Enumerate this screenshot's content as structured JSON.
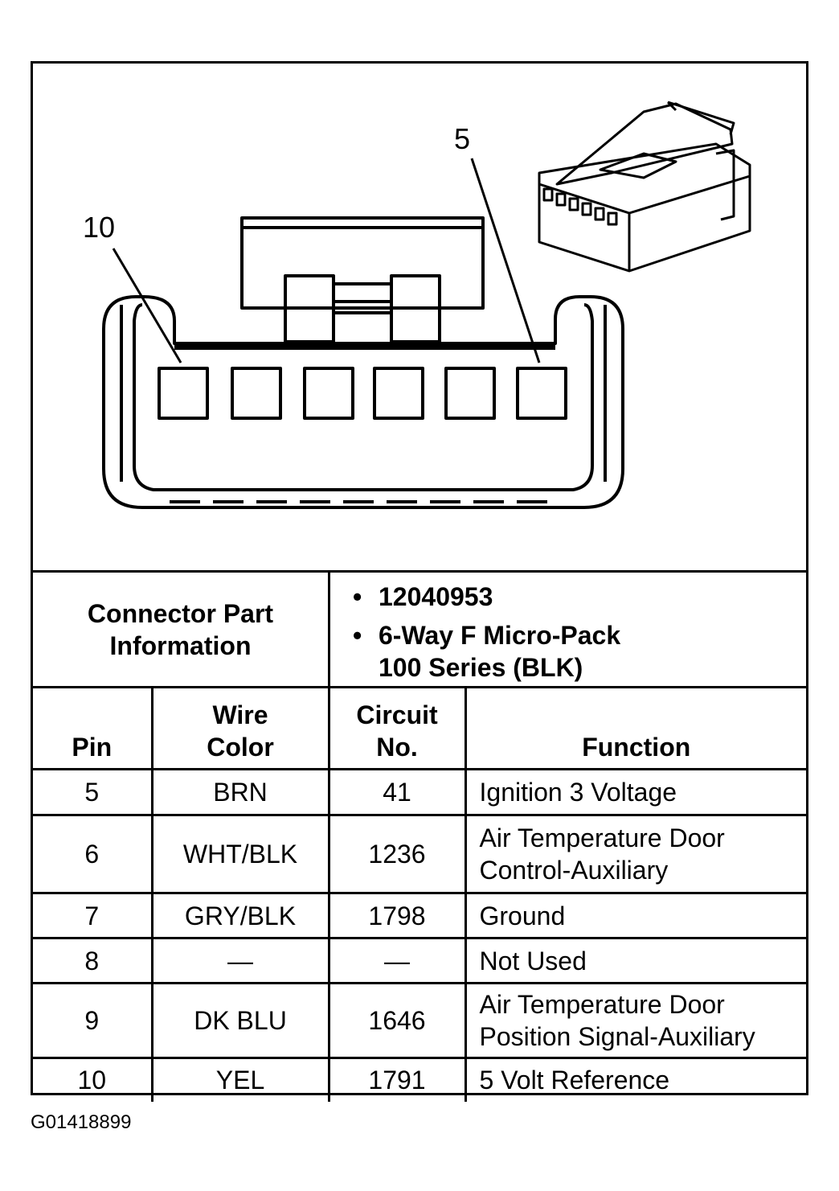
{
  "diagram": {
    "callouts": [
      "10",
      "5"
    ]
  },
  "connector_info": {
    "label": "Connector Part\nInformation",
    "items": [
      "12040953",
      "6-Way F Micro-Pack\n100 Series (BLK)"
    ]
  },
  "pin_table": {
    "headers": [
      "Pin",
      "Wire\nColor",
      "Circuit\nNo.",
      "Function"
    ],
    "rows": [
      [
        "5",
        "BRN",
        "41",
        "Ignition 3 Voltage"
      ],
      [
        "6",
        "WHT/BLK",
        "1236",
        "Air Temperature Door\nControl-Auxiliary"
      ],
      [
        "7",
        "GRY/BLK",
        "1798",
        "Ground"
      ],
      [
        "8",
        "—",
        "—",
        "Not Used"
      ],
      [
        "9",
        "DK BLU",
        "1646",
        "Air Temperature Door\nPosition Signal-Auxiliary"
      ],
      [
        "10",
        "YEL",
        "1791",
        "5 Volt Reference"
      ]
    ]
  },
  "figure_id": "G01418899"
}
